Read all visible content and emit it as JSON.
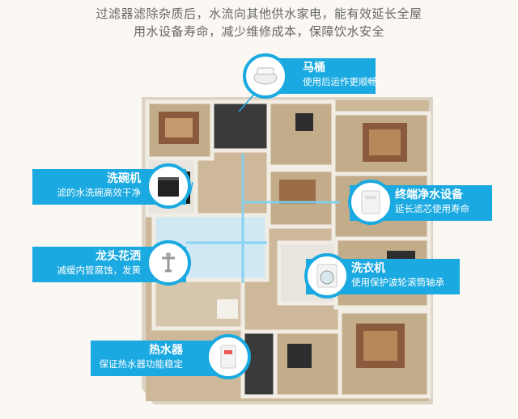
{
  "headline": {
    "line1": "过滤器滤除杂质后，水流向其他供水家电，能有效延长全屋",
    "line2": "用水设备寿命，减少维修成本，保障饮水安全"
  },
  "callouts": [
    {
      "id": "toilet",
      "title": "马桶",
      "subtitle": "使用后运作更顺畅",
      "icon": "toilet-icon"
    },
    {
      "id": "dishwasher",
      "title": "洗碗机",
      "subtitle": "滤的水洗碗高效干净",
      "icon": "dishwasher-icon"
    },
    {
      "id": "purifier",
      "title": "终端净水设备",
      "subtitle": "延长滤芯使用寿命",
      "icon": "water-purifier-icon"
    },
    {
      "id": "faucet",
      "title": "龙头花洒",
      "subtitle": "减缓内管腐蚀，发黄",
      "icon": "faucet-icon"
    },
    {
      "id": "washer",
      "title": "洗衣机",
      "subtitle": "使用保护波轮滚筒轴承",
      "icon": "washing-machine-icon"
    },
    {
      "id": "heater",
      "title": "热水器",
      "subtitle": "保证热水器功能稳定",
      "icon": "water-heater-icon"
    }
  ],
  "colors": {
    "accent": "#1aa9e0",
    "floor": "#cdb99a",
    "wall": "#f1ece4",
    "water": "#bfe6f7"
  }
}
